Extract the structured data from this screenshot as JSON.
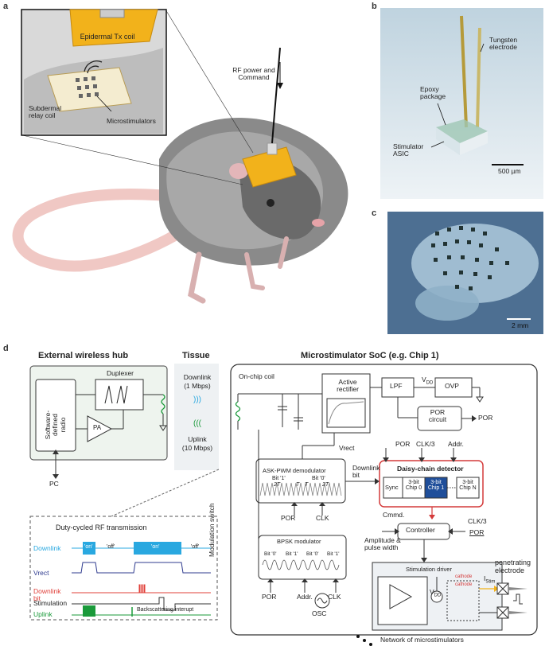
{
  "panels": {
    "a": "a",
    "b": "b",
    "c": "c",
    "d": "d"
  },
  "panel_a": {
    "epidermal_tx": "Epidermal Tx coil",
    "subdermal_relay": "Subdermal relay coil",
    "microstimulators": "Microstimulators",
    "rf_power": "RF power and Command"
  },
  "panel_b": {
    "tungsten": "Tungsten electrode",
    "epoxy": "Epoxy package",
    "asic": "Stimulator ASIC",
    "scale": "500 µm"
  },
  "panel_c": {
    "scale": "2 mm"
  },
  "hub": {
    "title": "External wireless hub",
    "duplexer": "Duplexer",
    "sdr": "Software-defined radio",
    "pa": "PA",
    "pc": "PC"
  },
  "tissue": {
    "title": "Tissue",
    "downlink": "Downlink",
    "downlink_rate": "(1 Mbps)",
    "uplink": "Uplink",
    "uplink_rate": "(10 Mbps)"
  },
  "soc": {
    "title": "Microstimulator SoC (e.g. Chip 1)",
    "onchip_coil": "On-chip coil",
    "active_rectifier": "Active rectifier",
    "lpf": "LPF",
    "vdd": "V",
    "vdd_sub": "DD",
    "ovp": "OVP",
    "por_circuit": "POR circuit",
    "por_out": "POR",
    "vrect": "Vrect",
    "por": "POR",
    "clk3": "CLK/3",
    "addr": "Addr.",
    "ask_demod": "ASK-PWM demodulator",
    "bit1": "Bit '1'",
    "bit0": "Bit '0'",
    "t2": "2T",
    "t1": "T",
    "downlink_bit": "Downlink bit",
    "daisy": "Daisy-chain detector",
    "sync": "Sync",
    "chip0": "3-bit Chip 0",
    "chip1": "3-bit Chip 1",
    "chipn": "3-bit Chip N",
    "por2": "POR",
    "clk": "CLK",
    "cmmd": "Cmmd.",
    "controller": "Controller",
    "clk3b": "CLK/3",
    "por3": "POR",
    "modulation_switch": "Modulation switch",
    "bpsk": "BPSK modulator",
    "bpsk_bits": [
      "Bit '0'",
      "Bit '1'",
      "Bit '0'",
      "Bit '1'"
    ],
    "por4": "POR",
    "addr2": "Addr.",
    "clk2": "CLK",
    "osc": "OSC",
    "amp_pw": "Amplitude & pulse width",
    "stim_driver": "Stimulation driver",
    "cathode1": "cathode",
    "cathode2": "cathode",
    "istim": "I",
    "istim_sub": "Stim",
    "vdd2": "V",
    "vdd2_sub": "DD",
    "penetrating": "penetrating electrode",
    "network": "Network of microstimulators"
  },
  "timing": {
    "title": "Duty-cycled RF transmission",
    "rows": [
      "Downlink",
      "Vrect",
      "Downlink bit",
      "Stimulation",
      "Uplink"
    ],
    "on1": "'on'",
    "off1": "'off'",
    "on2": "'on'",
    "off2": "'off'",
    "backscatter": "Backscattering interupt"
  },
  "colors": {
    "downlink": "#29a8e0",
    "vrect": "#2f3b8f",
    "dlbit": "#e0403a",
    "uplink": "#1a9a3a",
    "chip1": "#1f4e9a",
    "daisy_border": "#d43a3a",
    "coil_gold": "#f2b21b"
  }
}
